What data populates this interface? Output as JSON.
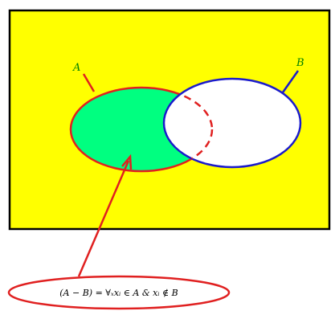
{
  "sets": {
    "a": {
      "label": "A"
    },
    "b": {
      "label": "B"
    }
  },
  "formula": {
    "text": "(A − B) = ∀ₓxᵢ ∈ A & xᵢ ∉ B"
  },
  "colors": {
    "background": "#ffff00",
    "frame": "#000000",
    "set_a_fill": "#00ff80",
    "set_a_outline": "#e02020",
    "set_b_fill": "#ffffff",
    "set_b_outline": "#1a1acc",
    "label_color": "#008000",
    "arrow": "#e02020"
  }
}
